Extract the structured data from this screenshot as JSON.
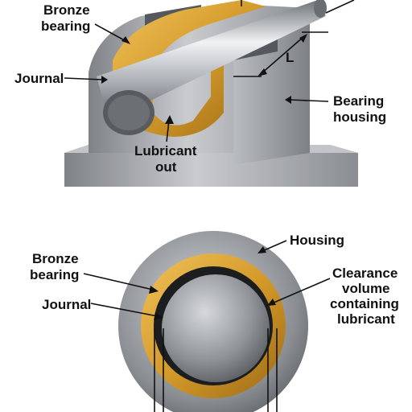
{
  "top_view": {
    "labels": {
      "bronze_bearing": [
        "Bronze",
        "bearing"
      ],
      "journal": "Journal",
      "dimension": "L",
      "lubricant_out": [
        "Lubricant",
        "out"
      ],
      "bearing_housing": [
        "Bearing",
        "housing"
      ]
    }
  },
  "section_view": {
    "labels": {
      "housing": "Housing",
      "bronze_bearing": [
        "Bronze",
        "bearing"
      ],
      "journal": "Journal",
      "clearance": [
        "Clearance",
        "volume",
        "containing",
        "lubricant"
      ]
    }
  },
  "colors": {
    "bronze": "#d49a2a",
    "steel": "#a9adb3",
    "housing": "#8d9095",
    "text": "#111111"
  }
}
